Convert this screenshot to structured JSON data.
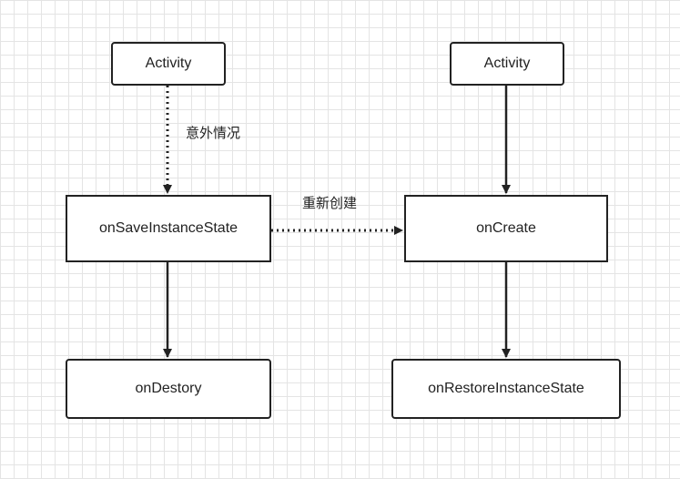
{
  "nodes": {
    "activity_left": "Activity",
    "activity_right": "Activity",
    "on_save_instance_state": "onSaveInstanceState",
    "on_create": "onCreate",
    "on_destory": "onDestory",
    "on_restore_instance_state": "onRestoreInstanceState"
  },
  "edges": {
    "unexpected_label": "意外情况",
    "recreate_label": "重新创建"
  },
  "colors": {
    "stroke": "#222222",
    "grid": "#e4e4e4",
    "background": "#ffffff"
  }
}
